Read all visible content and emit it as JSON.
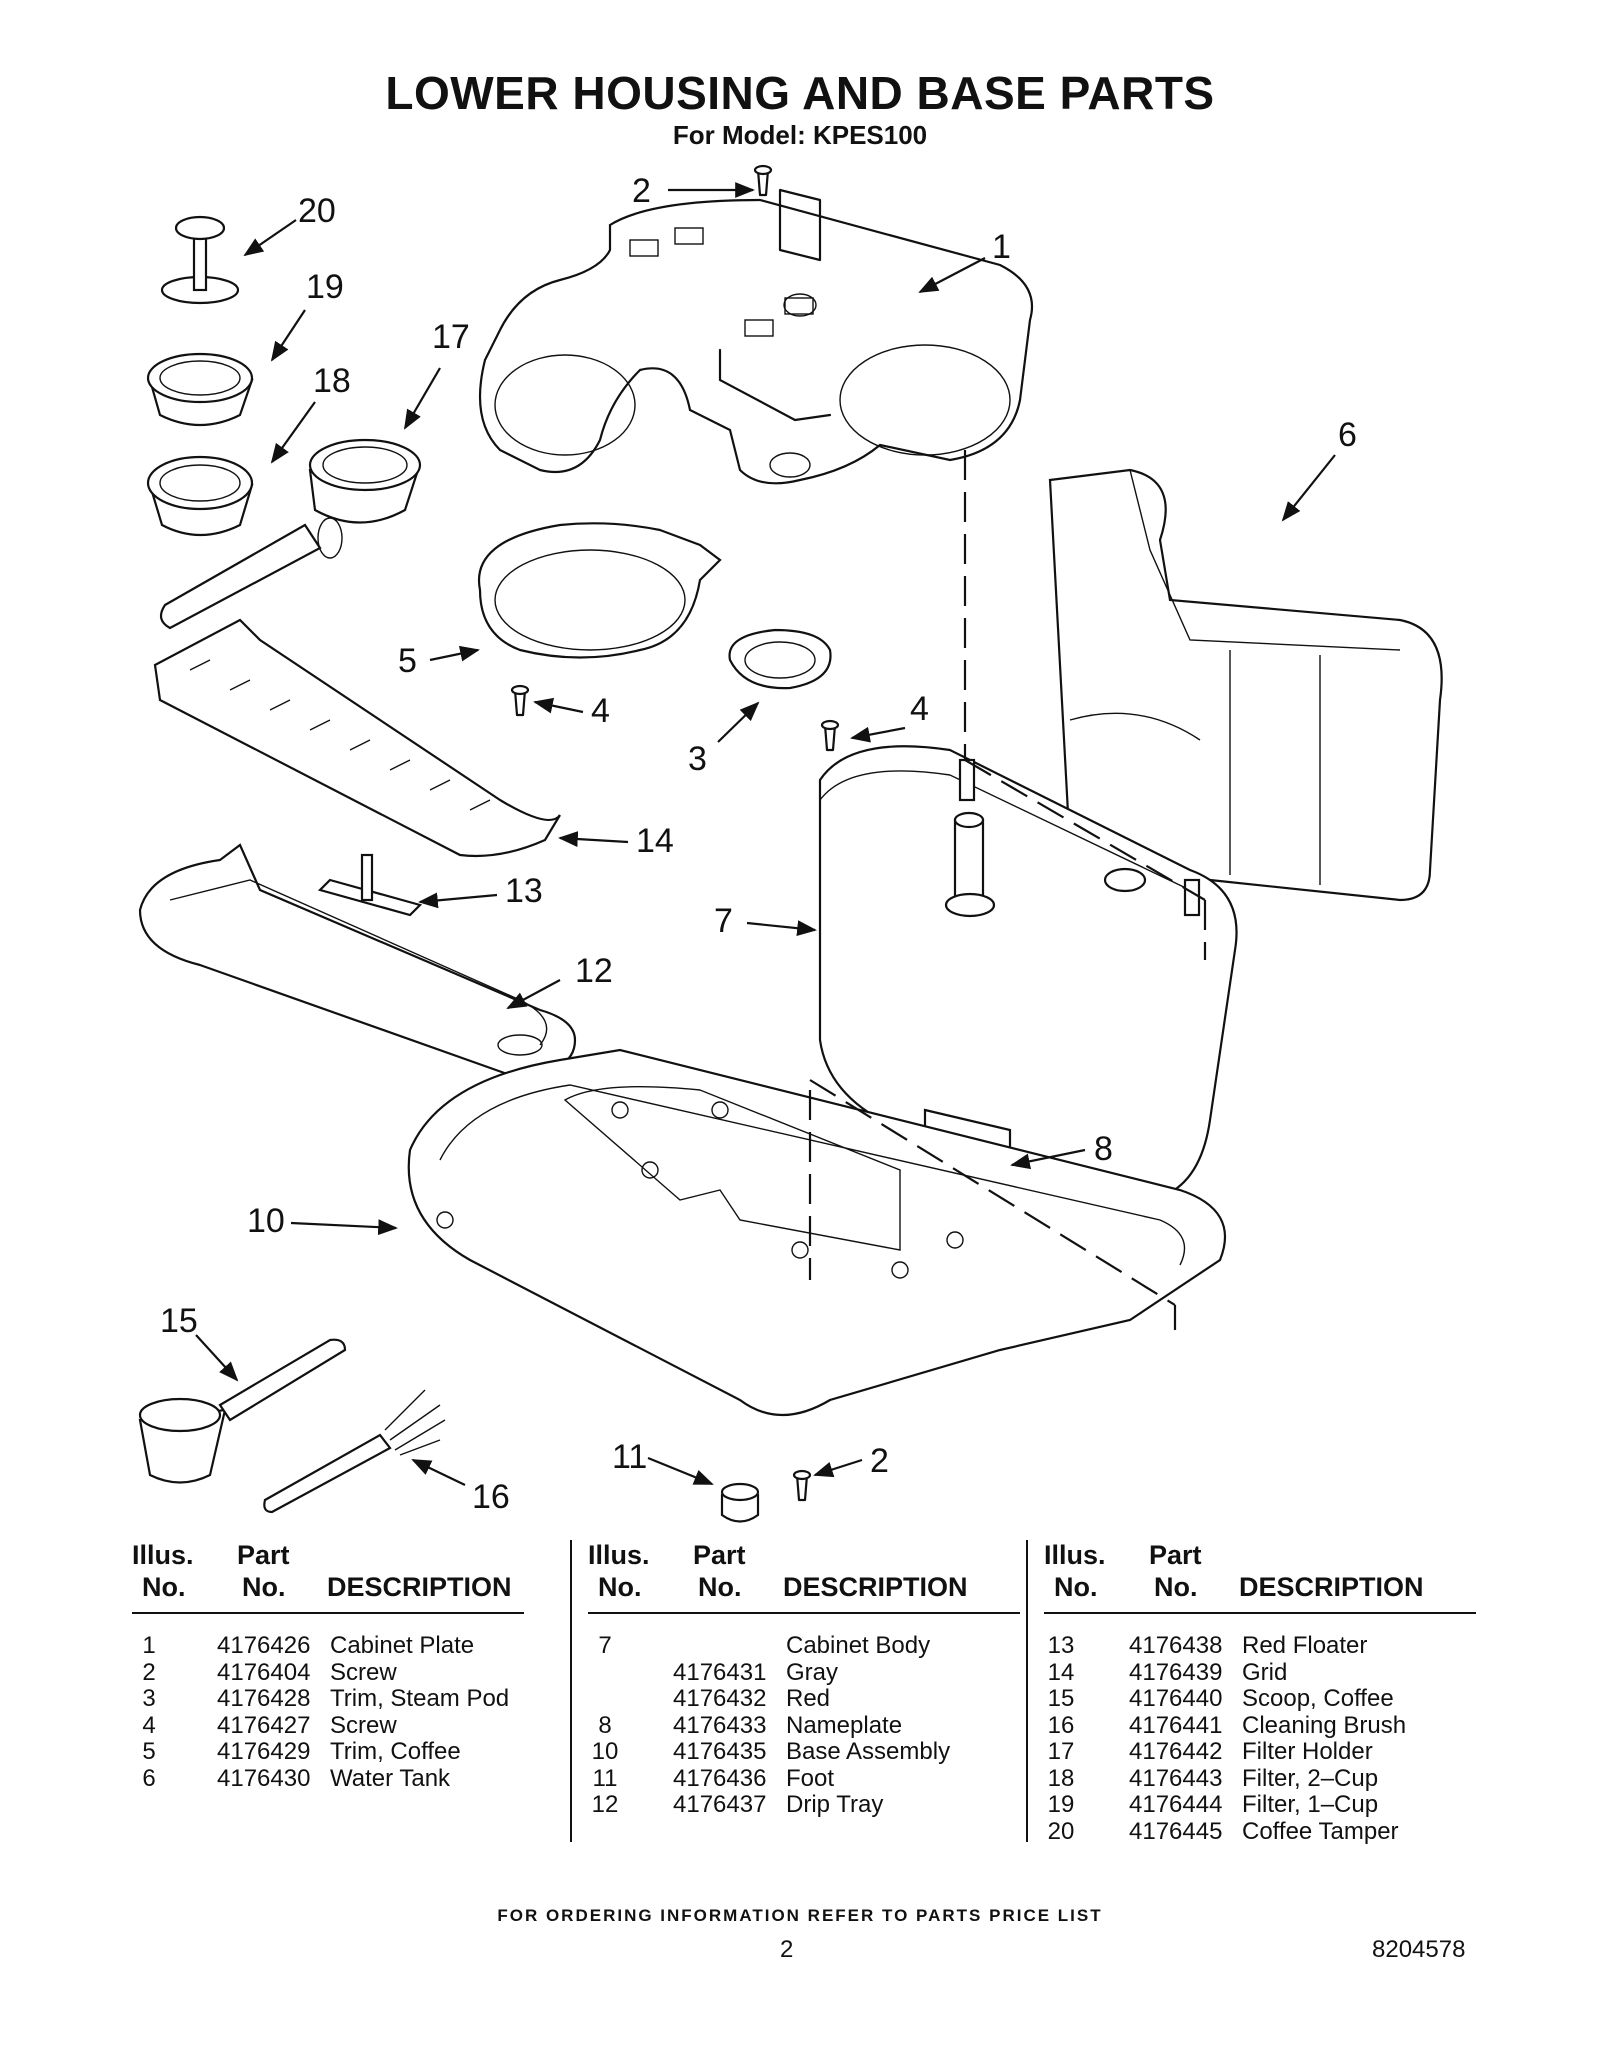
{
  "header": {
    "title": "LOWER HOUSING AND BASE PARTS",
    "subtitle": "For Model: KPES100"
  },
  "diagram": {
    "callouts": [
      "2",
      "1",
      "20",
      "19",
      "17",
      "18",
      "6",
      "5",
      "4",
      "4",
      "3",
      "14",
      "13",
      "7",
      "12",
      "8",
      "10",
      "15",
      "11",
      "2",
      "16"
    ]
  },
  "table": {
    "headers": {
      "illus_line1": "Illus.",
      "illus_line2": "No.",
      "part_line1": "Part",
      "part_line2": "No.",
      "description": "DESCRIPTION"
    },
    "columns": [
      [
        {
          "illus": "1",
          "part": "4176426",
          "desc": "Cabinet Plate"
        },
        {
          "illus": "2",
          "part": "4176404",
          "desc": "Screw"
        },
        {
          "illus": "3",
          "part": "4176428",
          "desc": "Trim, Steam Pod"
        },
        {
          "illus": "4",
          "part": "4176427",
          "desc": "Screw"
        },
        {
          "illus": "5",
          "part": "4176429",
          "desc": "Trim, Coffee"
        },
        {
          "illus": "6",
          "part": "4176430",
          "desc": "Water Tank"
        }
      ],
      [
        {
          "illus": "7",
          "part": "",
          "desc": "Cabinet Body"
        },
        {
          "illus": "",
          "part": "4176431",
          "desc": "Gray"
        },
        {
          "illus": "",
          "part": "4176432",
          "desc": "Red"
        },
        {
          "illus": "8",
          "part": "4176433",
          "desc": "Nameplate"
        },
        {
          "illus": "10",
          "part": "4176435",
          "desc": "Base Assembly"
        },
        {
          "illus": "11",
          "part": "4176436",
          "desc": "Foot"
        },
        {
          "illus": "12",
          "part": "4176437",
          "desc": "Drip Tray"
        }
      ],
      [
        {
          "illus": "13",
          "part": "4176438",
          "desc": "Red Floater"
        },
        {
          "illus": "14",
          "part": "4176439",
          "desc": "Grid"
        },
        {
          "illus": "15",
          "part": "4176440",
          "desc": "Scoop, Coffee"
        },
        {
          "illus": "16",
          "part": "4176441",
          "desc": "Cleaning Brush"
        },
        {
          "illus": "17",
          "part": "4176442",
          "desc": "Filter Holder"
        },
        {
          "illus": "18",
          "part": "4176443",
          "desc": "Filter, 2–Cup"
        },
        {
          "illus": "19",
          "part": "4176444",
          "desc": "Filter, 1–Cup"
        },
        {
          "illus": "20",
          "part": "4176445",
          "desc": "Coffee Tamper"
        }
      ]
    ]
  },
  "footer": {
    "ordering_note": "FOR ORDERING INFORMATION REFER TO PARTS PRICE LIST",
    "page_number": "2",
    "document_number": "8204578"
  }
}
